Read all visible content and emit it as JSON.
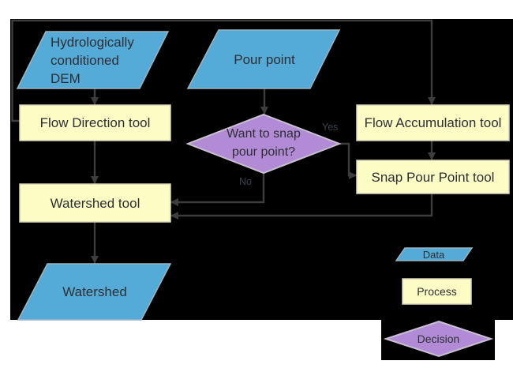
{
  "colors": {
    "page_background": "#ffffff",
    "canvas_background": "#000000",
    "data_fill": "#55abd8",
    "process_fill": "#fcfcc5",
    "decision_fill": "#b18bd6",
    "connector": "#3d3d3d",
    "shape_text": "#2e2e33",
    "branch_label_text": "#39424e"
  },
  "nodes": {
    "dem": {
      "line1": "Hydrologically",
      "line2": "conditioned",
      "line3": "DEM"
    },
    "pour_point": {
      "label": "Pour point"
    },
    "flow_direction": {
      "label": "Flow Direction tool"
    },
    "flow_accumulation": {
      "label": "Flow Accumulation tool"
    },
    "snap_pour_point": {
      "label": "Snap Pour Point tool"
    },
    "decision": {
      "line1": "Want to snap",
      "line2": "pour point?"
    },
    "watershed_tool": {
      "label": "Watershed tool"
    },
    "watershed": {
      "label": "Watershed"
    }
  },
  "branch_labels": {
    "yes": "Yes",
    "no": "No"
  },
  "legend": {
    "data_label": "Data",
    "process_label": "Process",
    "decision_label": "Decision"
  }
}
